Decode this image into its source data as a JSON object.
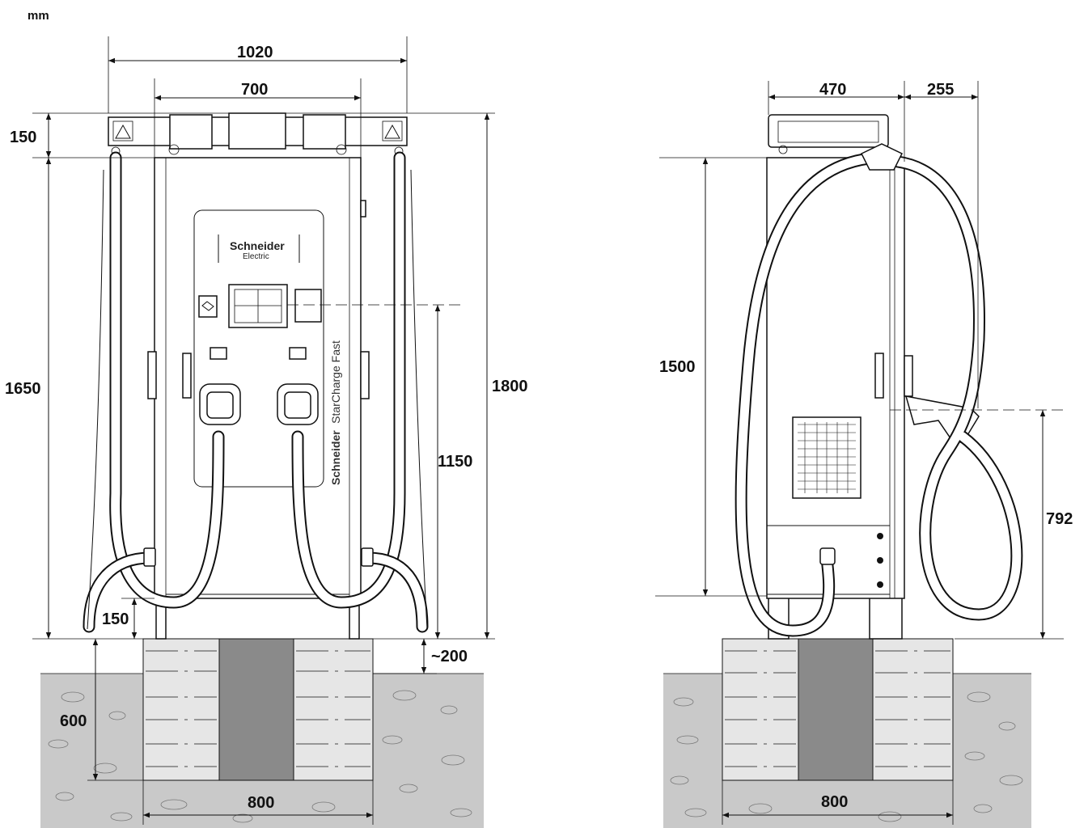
{
  "unit_label": "mm",
  "brand": {
    "logo_line1": "Schneider",
    "logo_line2": "Electric",
    "product_bold": "Schneider",
    "product_name": "StarCharge Fast"
  },
  "front_view": {
    "overall_width": "1020",
    "body_width": "700",
    "top_box_height": "150",
    "body_height": "1650",
    "overall_height": "1800",
    "display_height": "1150",
    "base_clearance": "150",
    "foundation_offset": "~200",
    "foundation_depth": "600",
    "foundation_width": "800"
  },
  "side_view": {
    "depth": "470",
    "hose_overhang": "255",
    "body_height": "1500",
    "holster_height": "792",
    "foundation_width": "800"
  },
  "colors": {
    "ground": "#c8c8c8",
    "concrete": "#e6e6e6",
    "conduit": "#8a8a8a",
    "line": "#111111"
  }
}
